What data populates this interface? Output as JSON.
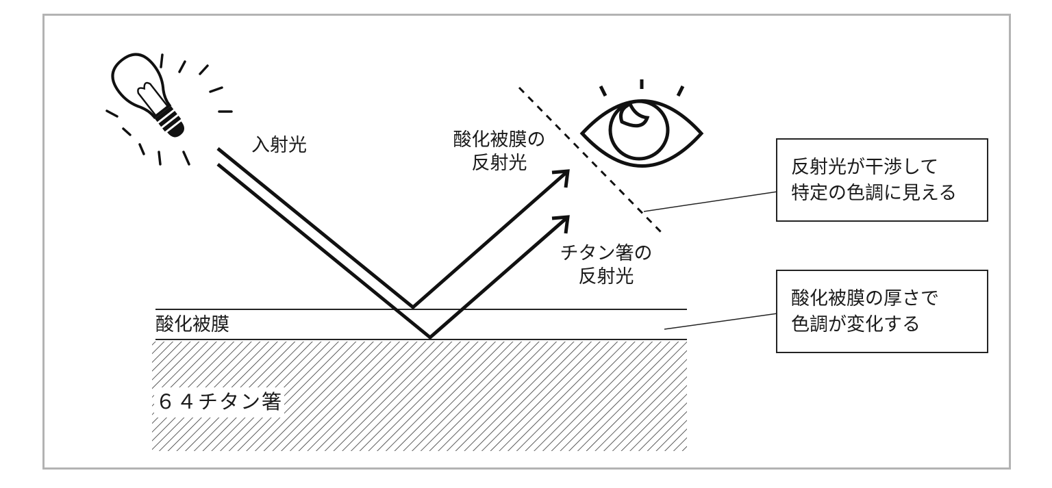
{
  "labels": {
    "incident_light": "入射光",
    "oxide_reflect_line1": "酸化被膜の",
    "oxide_reflect_line2": "反射光",
    "titanium_reflect_line1": "チタン箸の",
    "titanium_reflect_line2": "反射光",
    "oxide_layer": "酸化被膜",
    "substrate": "６４チタン箸"
  },
  "callouts": {
    "interference_line1": "反射光が干渉して",
    "interference_line2": "特定の色調に見える",
    "thickness_line1": "酸化被膜の厚さで",
    "thickness_line2": "色調が変化する"
  },
  "icons": {
    "light_source": "light-bulb-icon",
    "viewer": "eye-icon"
  },
  "colors": {
    "frame": "#b3b3b3",
    "line": "#111111"
  }
}
